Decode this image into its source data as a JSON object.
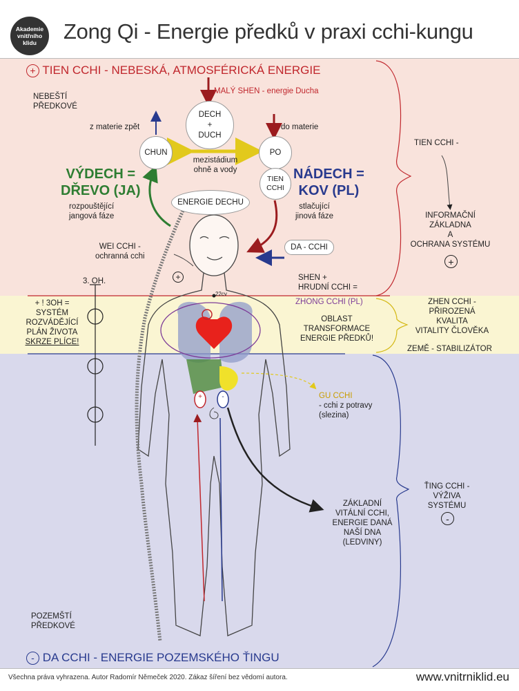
{
  "logo": {
    "line1": "Akademie",
    "line2": "vnitřního",
    "line3": "klidu"
  },
  "title": "Zong Qi - Energie předků v praxi cchi-kungu",
  "top_band": {
    "sign": "+",
    "heading": "TIEN CCHI - NEBESKÁ, ATMOSFÉRICKÁ ENERGIE",
    "heavenly_ancestors": "NEBEŠTÍ\nPŘEDKOVÉ",
    "maly_shen": "MALÝ SHEN - energie Ducha",
    "dech_duch": "DECH\n+\nDUCH",
    "chun": "CHUN",
    "po": "PO",
    "tien_cchi_circle": "TIEN\nCCHI",
    "z_materie": "z materie zpět",
    "do_materie": "do materie",
    "mezistadium": "mezistádium\nohně a vody",
    "vydech": "VÝDECH =\nDŘEVO (JA)",
    "nadech": "NÁDECH =\nKOV (PL)",
    "rozpoustejici": "rozpouštějící\njangová fáze",
    "stlacujici": "stlačující\njinová fáze",
    "energie_dechu": "ENERGIE DECHU",
    "wei_cchi": "WEI CCHI -\nochranná cchi",
    "da_cchi_label": "DA - CCHI",
    "shen_hrudni": "SHEN +\nHRUDNÍ CCHI =",
    "right_tien": "TIEN CCHI -",
    "right_info": "INFORMAČNÍ\nZÁKLADNA\nA\nOCHRANA SYSTÉMU",
    "right_plus": "+",
    "small_plus": "+",
    "three_oh": "3. OH."
  },
  "mid_band": {
    "zhong_cchi": "ZHONG CCHI (PL)",
    "point_22cv": "22cv",
    "left_text": "+ ! 3OH =\nSYSTÉM\nROZVÁDĚJÍCÍ\nPLÁN ŽIVOTA",
    "left_underlined": "SKRZE PLÍCE!",
    "oblast": "OBLAST\nTRANSFORMACE\nENERGIE PŘEDKŮ!",
    "zhen_cchi": "ZHEN CCHI -\nPŘIROZENÁ\nKVALITA\nVITALITY ČLOVĚKA",
    "zeme": "ZEMĚ - STABILIZÁTOR"
  },
  "bottom_band": {
    "gu_cchi_title": "GU CCHI",
    "gu_cchi_rest": "- cchi z potravy\n(slezina)",
    "zakladni": "ZÁKLADNÍ\nVITÁLNÍ CCHI,\nENERGIE DANÁ\nNAŠÍ DNA\n(LEDVINY)",
    "ting_cchi": "ŤING CCHI -\nVÝŽIVA\nSYSTÉMU",
    "ting_minus": "-",
    "earthly_ancestors": "POZEMŠTÍ\nPŘEDKOVÉ",
    "sign": "-",
    "heading": "DA CCHI - ENERGIE POZEMSKÉHO ŤINGU",
    "kidney_plus": "+",
    "kidney_minus": "-"
  },
  "footer": {
    "rights": "Všechna práva vyhrazena.  Autor Radomír Němeček 2020. Zákaz šíření bez vědomí autora.",
    "url": "www.vnitrniklid.eu"
  },
  "colors": {
    "top_band": "#f9e3dc",
    "mid_band": "#faf5d2",
    "bottom_band": "#d9d9ec",
    "red": "#c0262c",
    "purple": "#7d3c98",
    "blue": "#283a8e",
    "green": "#2e7d32",
    "yellow": "#f0e12a"
  }
}
